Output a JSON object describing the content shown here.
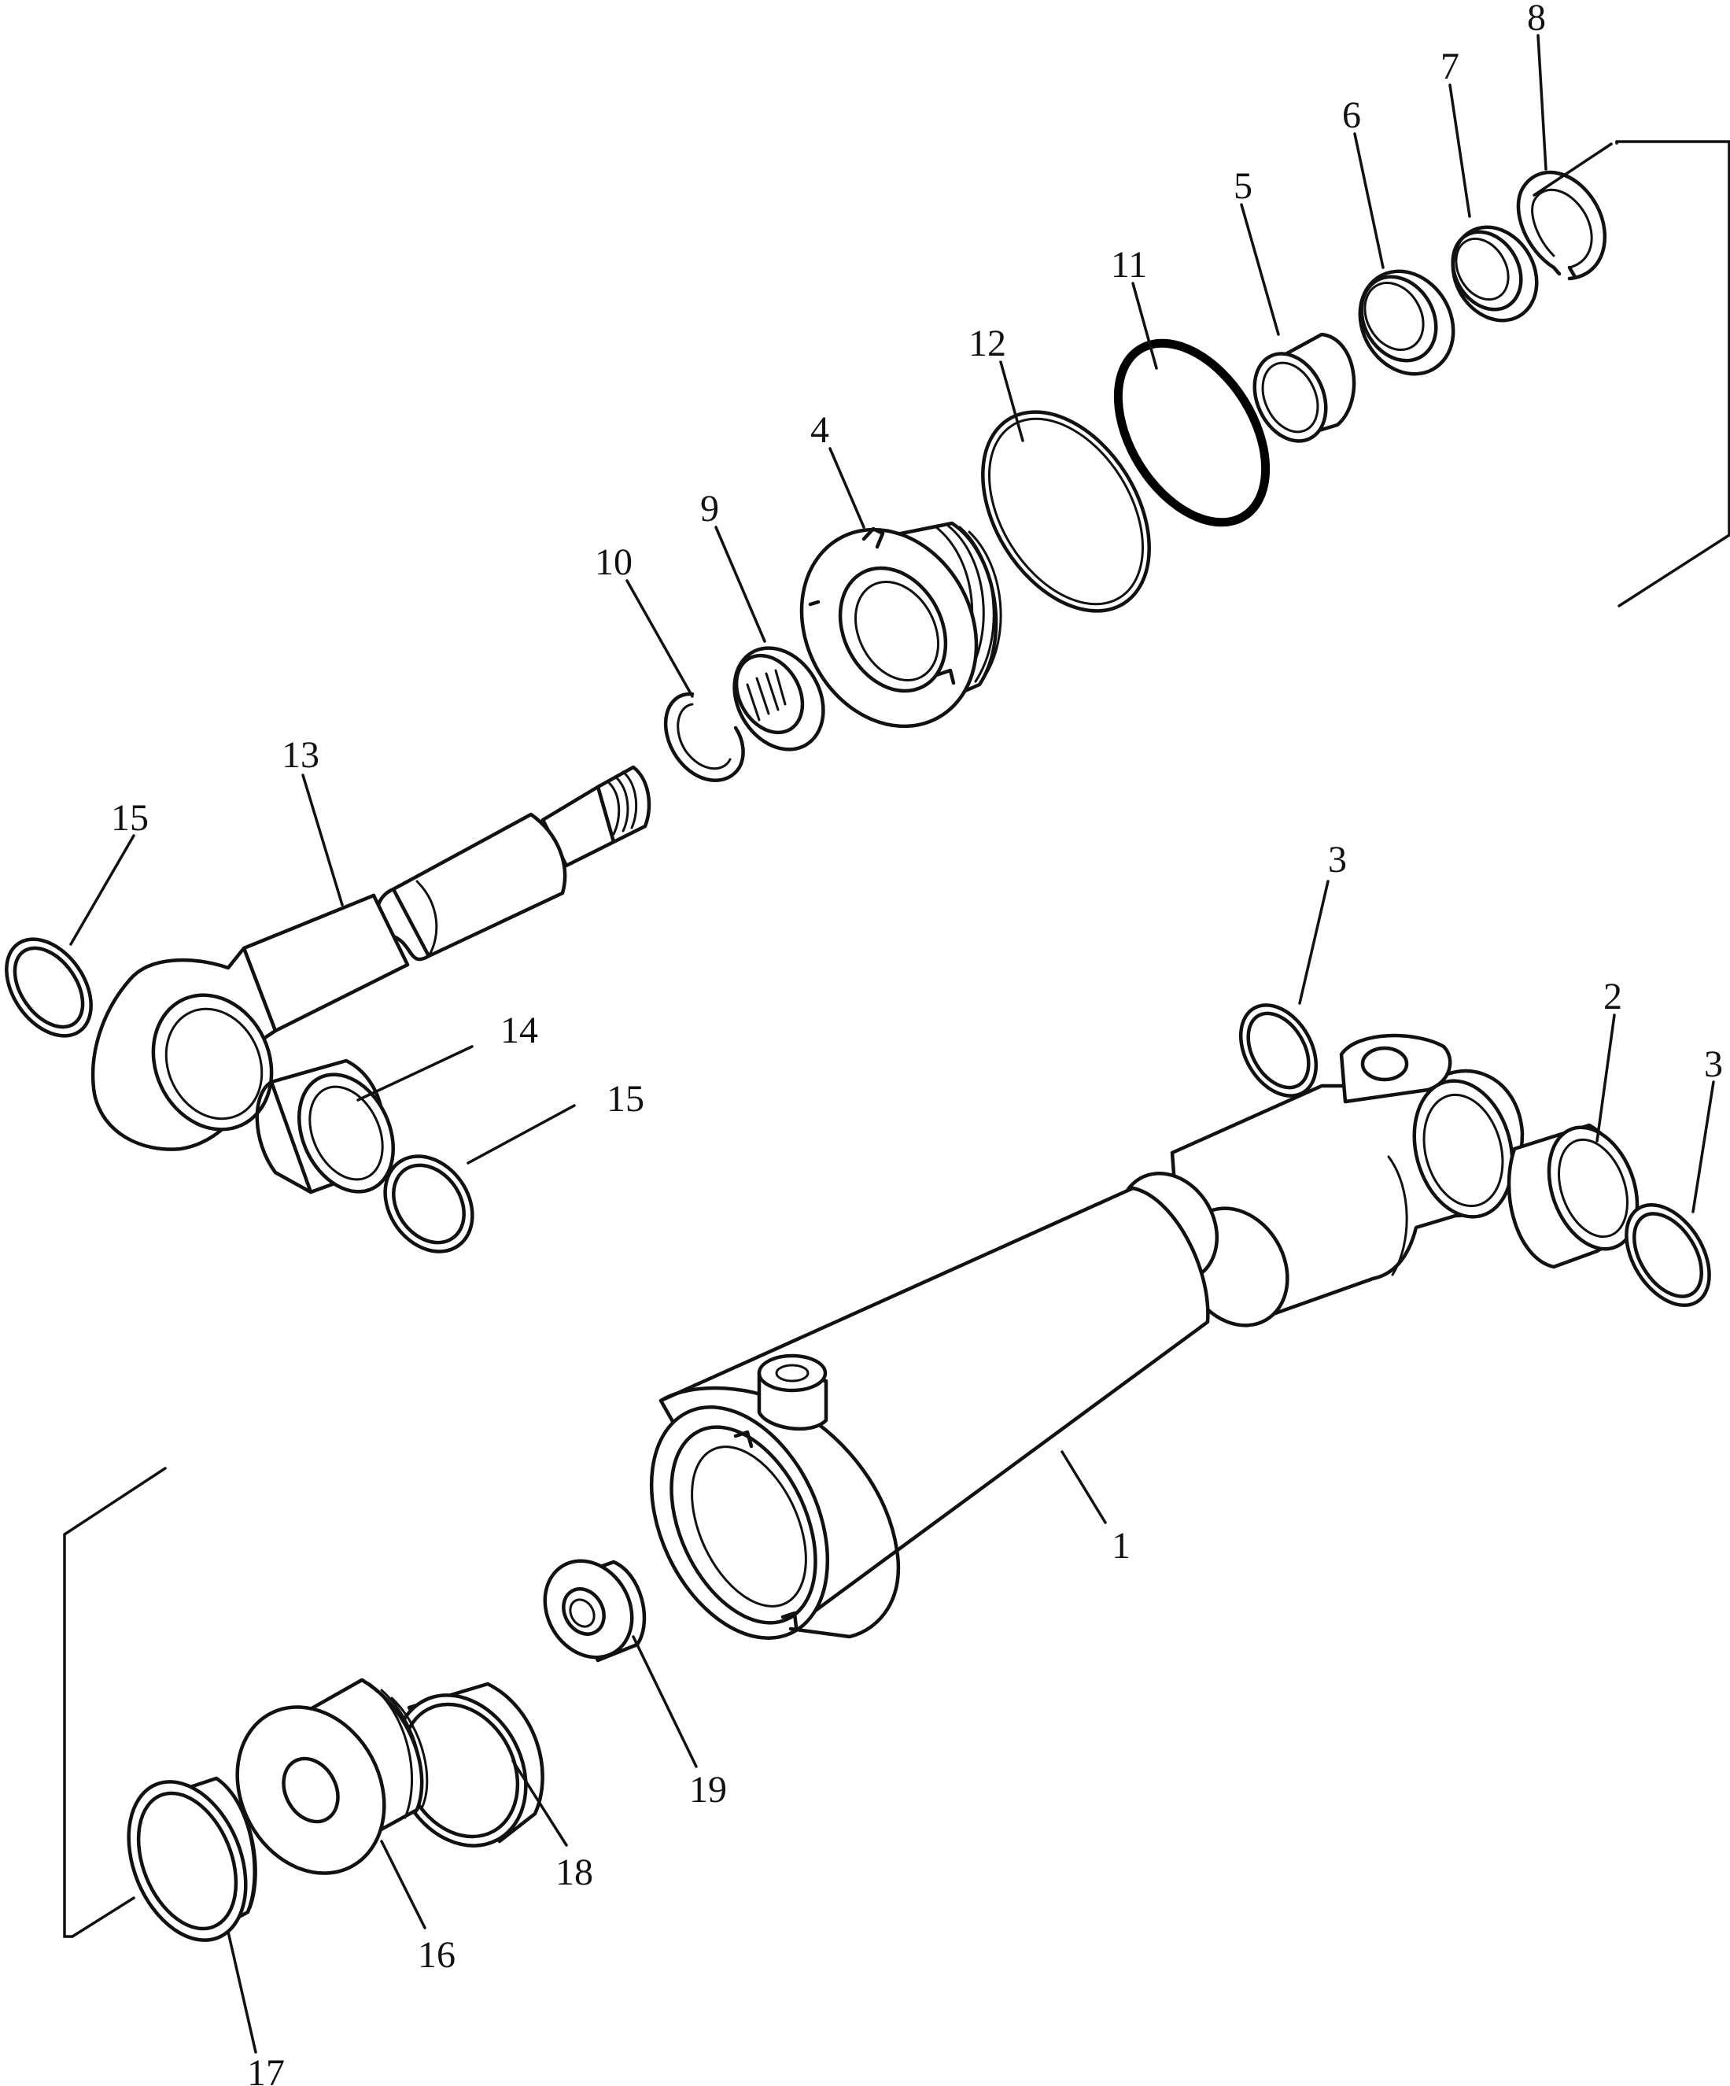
{
  "parts": [
    {
      "id": "p1",
      "label": "1"
    },
    {
      "id": "p2",
      "label": "2"
    },
    {
      "id": "p3a",
      "label": "3"
    },
    {
      "id": "p3b",
      "label": "3"
    },
    {
      "id": "p4",
      "label": "4"
    },
    {
      "id": "p5",
      "label": "5"
    },
    {
      "id": "p6",
      "label": "6"
    },
    {
      "id": "p7",
      "label": "7"
    },
    {
      "id": "p8",
      "label": "8"
    },
    {
      "id": "p9",
      "label": "9"
    },
    {
      "id": "p10",
      "label": "10"
    },
    {
      "id": "p11",
      "label": "11"
    },
    {
      "id": "p12",
      "label": "12"
    },
    {
      "id": "p13",
      "label": "13"
    },
    {
      "id": "p14",
      "label": "14"
    },
    {
      "id": "p15a",
      "label": "15"
    },
    {
      "id": "p15b",
      "label": "15"
    },
    {
      "id": "p16",
      "label": "16"
    },
    {
      "id": "p17",
      "label": "17"
    },
    {
      "id": "p18",
      "label": "18"
    },
    {
      "id": "p19",
      "label": "19"
    }
  ]
}
